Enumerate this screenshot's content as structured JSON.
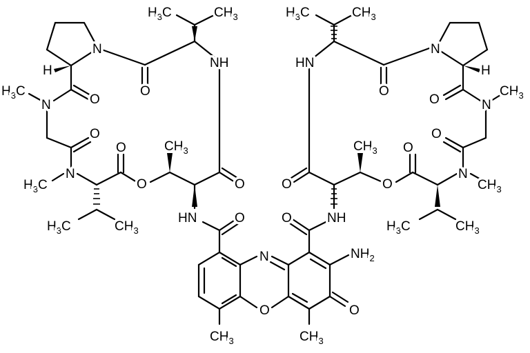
{
  "diagram": {
    "labels": {
      "top_left_val_methyls": [
        "H",
        "3",
        "C",
        "CH",
        "3"
      ],
      "top_right_val_methyls": [
        "H",
        "3",
        "C",
        "CH",
        "3"
      ],
      "left_n_pro": "N",
      "right_n_pro": "N",
      "left_nh_val": "NH",
      "right_hn_val": "HN",
      "left_alpha_h": "H",
      "right_alpha_h": "H",
      "left_n_methyl_top": [
        "H",
        "3",
        "C"
      ],
      "left_n_top": "N",
      "right_n_top": "N",
      "right_ch3_top": "CH",
      "right_ch3_top_sub": "3",
      "oxygen": "O",
      "left_thr_ch3": [
        "CH",
        "3"
      ],
      "right_thr_ch3": [
        "CH",
        "3"
      ],
      "left_n_methyl_bottom": [
        "H",
        "3",
        "C"
      ],
      "right_n_methyl_bottom": [
        "CH",
        "3"
      ],
      "left_nh_amide": "HN",
      "right_nh_amide": "NH",
      "left_val_methyls_bottom": [
        "H",
        "3",
        "C",
        "CH",
        "3"
      ],
      "right_val_methyls_bottom": [
        "H",
        "3",
        "C",
        "CH",
        "3"
      ],
      "phenoxazine_n": "N",
      "phenoxazine_o": "O",
      "amino": [
        "NH",
        "2"
      ],
      "ring_methyl_left": [
        "CH",
        "3"
      ],
      "ring_methyl_right": [
        "CH",
        "3"
      ]
    }
  }
}
